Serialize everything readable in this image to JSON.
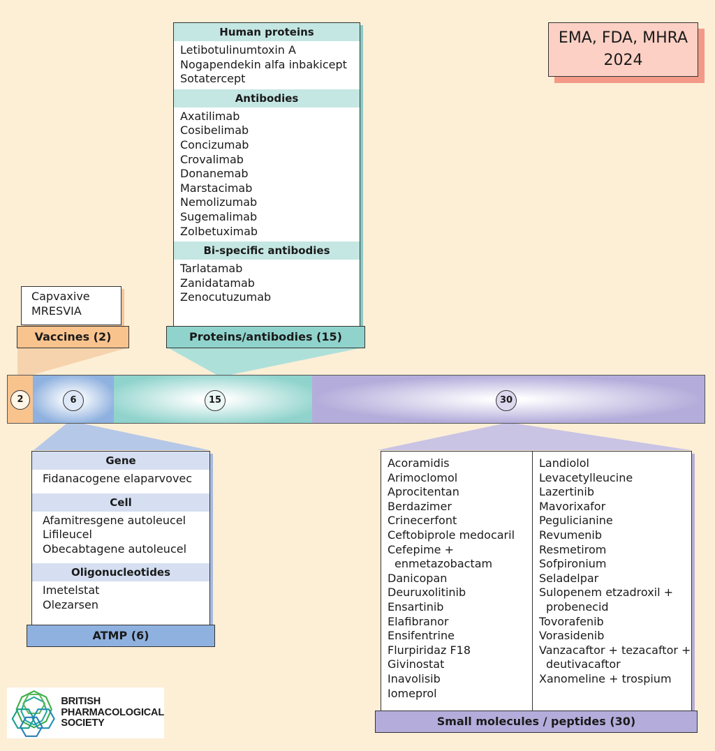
{
  "agencies": {
    "line1": "EMA, FDA, MHRA",
    "line2": "2024"
  },
  "vaccines": {
    "label": "Vaccines (2)",
    "count": "2",
    "items": [
      "Capvaxive",
      "MRESVIA"
    ]
  },
  "proteins": {
    "label": "Proteins/antibodies (15)",
    "count": "15",
    "sections": [
      {
        "heading": "Human proteins",
        "items": [
          "Letibotulinumtoxin A",
          "Nogapendekin alfa inbakicept",
          "Sotatercept"
        ]
      },
      {
        "heading": "Antibodies",
        "items": [
          "Axatilimab",
          "Cosibelimab",
          "Concizumab",
          "Crovalimab",
          "Donanemab",
          "Marstacimab",
          "Nemolizumab",
          "Sugemalimab",
          "Zolbetuximab"
        ]
      },
      {
        "heading": "Bi-specific antibodies",
        "items": [
          "Tarlatamab",
          "Zanidatamab",
          "Zenocutuzumab"
        ]
      }
    ]
  },
  "atmp": {
    "label": "ATMP (6)",
    "count": "6",
    "sections": [
      {
        "heading": "Gene",
        "items": [
          "Fidanacogene elaparvovec"
        ]
      },
      {
        "heading": "Cell",
        "items": [
          "Afamitresgene autoleucel",
          "Lifileucel",
          "Obecabtagene autoleucel"
        ]
      },
      {
        "heading": "Oligonucleotides",
        "items": [
          "Imetelstat",
          "Olezarsen"
        ]
      }
    ]
  },
  "small": {
    "label": "Small molecules / peptides (30)",
    "count": "30",
    "col1": [
      "Acoramidis",
      "Arimoclomol",
      "Aprocitentan",
      "Berdazimer",
      "Crinecerfont",
      "Ceftobiprole medocaril",
      "Cefepime +",
      "enmetazobactam",
      "Danicopan",
      "Deuruxolitinib",
      "Ensartinib",
      "Elafibranor",
      "Ensifentrine",
      "Flurpiridaz F18",
      "Givinostat",
      "Inavolisib",
      "Iomeprol"
    ],
    "col2": [
      "Landiolol",
      "Levacetylleucine",
      "Lazertinib",
      "Mavorixafor",
      "Pegulicianine",
      "Revumenib",
      "Resmetirom",
      "Sofpironium",
      "Seladelpar",
      "Sulopenem etzadroxil +",
      "probenecid",
      "Tovorafenib",
      "Vorasidenib",
      "Vanzacaftor + tezacaftor +",
      "deutivacaftor",
      "Xanomeline + trospium"
    ]
  },
  "logo": {
    "line1": "BRITISH",
    "line2": "PHARMACOLOGICAL",
    "line3": "SOCIETY"
  },
  "colors": {
    "vaccines": "#f9c38e",
    "atmp": "#8fb1df",
    "proteins": "#8fd3cc",
    "small": "#b4addb",
    "agency_box": "#fcd0c4"
  }
}
